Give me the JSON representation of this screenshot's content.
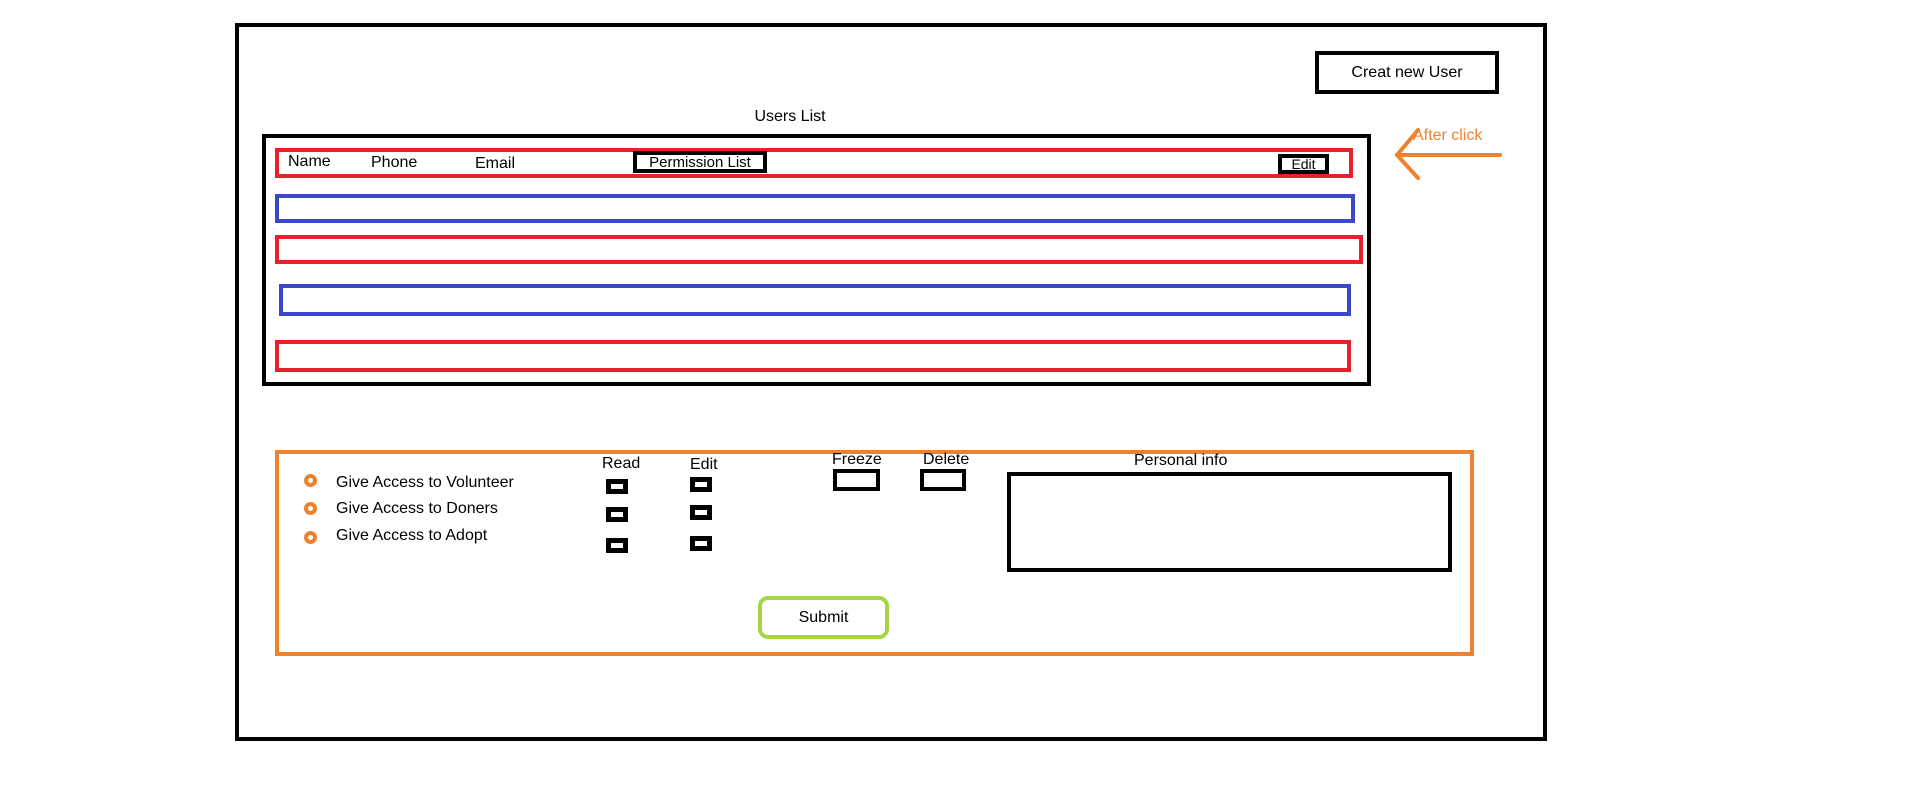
{
  "header": {
    "create_user_label": "Creat new User"
  },
  "users_list": {
    "title": "Users List",
    "columns": {
      "name": "Name",
      "phone": "Phone",
      "email": "Email"
    },
    "permission_list_label": "Permission List",
    "edit_label": "Edit"
  },
  "annotation": {
    "after_click": "After click"
  },
  "permissions": {
    "access_options": [
      "Give Access to Volunteer",
      "Give Access to Doners",
      "Give Access to Adopt"
    ],
    "read_label": "Read",
    "edit_label": "Edit",
    "freeze_label": "Freeze",
    "delete_label": "Delete",
    "personal_info_label": "Personal info",
    "submit_label": "Submit"
  },
  "colors": {
    "row_red": "#e8202a",
    "row_blue": "#3d47c9",
    "accent_orange": "#f0812c",
    "submit_green": "#a3d640"
  }
}
